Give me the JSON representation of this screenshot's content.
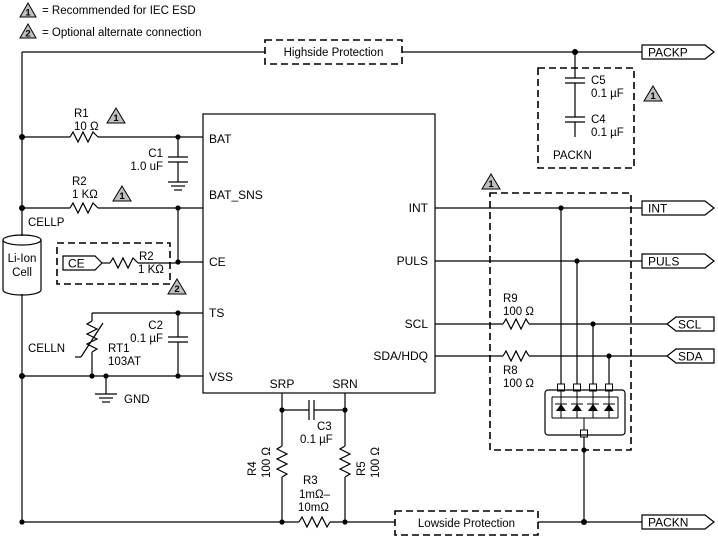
{
  "legend": [
    {
      "num": "1",
      "text": "= Recommended for IEC ESD"
    },
    {
      "num": "2",
      "text": "= Optional alternate connection"
    }
  ],
  "boxes": {
    "highside": "Highside Protection",
    "lowside": "Lowside Protection",
    "packn_cap_label": "PACKN"
  },
  "ports": {
    "packp": "PACKP",
    "packn": "PACKN",
    "int": "INT",
    "puls": "PULS",
    "scl": "SCL",
    "sda": "SDA",
    "ce": "CE"
  },
  "ic_pins": {
    "bat": "BAT",
    "bat_sns": "BAT_SNS",
    "ce": "CE",
    "ts": "TS",
    "vss": "VSS",
    "int": "INT",
    "puls": "PULS",
    "scl": "SCL",
    "sda": "SDA/HDQ",
    "srp": "SRP",
    "srn": "SRN"
  },
  "battery": {
    "line1": "Li-Ion",
    "line2": "Cell"
  },
  "nets": {
    "cellp": "CELLP",
    "celln": "CELLN",
    "gnd": "GND"
  },
  "components": {
    "r1": {
      "ref": "R1",
      "value": "10 Ω"
    },
    "r2": {
      "ref": "R2",
      "value": "1 KΩ"
    },
    "r2_alt": {
      "ref": "R2",
      "value": "1 KΩ"
    },
    "c1": {
      "ref": "C1",
      "value": "1.0 uF"
    },
    "c2": {
      "ref": "C2",
      "value": "0.1 µF"
    },
    "rt1": {
      "ref": "RT1",
      "value": "103AT"
    },
    "c3": {
      "ref": "C3",
      "value": "0.1 µF"
    },
    "r3": {
      "ref": "R3",
      "value1": "1mΩ–",
      "value2": "10mΩ"
    },
    "r4": {
      "ref": "R4",
      "value": "100 Ω"
    },
    "r5": {
      "ref": "R5",
      "value": "100 Ω"
    },
    "r8": {
      "ref": "R8",
      "value": "100 Ω"
    },
    "r9": {
      "ref": "R9",
      "value": "100 Ω"
    },
    "c4": {
      "ref": "C4",
      "value": "0.1 µF"
    },
    "c5": {
      "ref": "C5",
      "value": "0.1 µF"
    }
  },
  "marker_numbers": {
    "one": "1",
    "two": "2"
  }
}
